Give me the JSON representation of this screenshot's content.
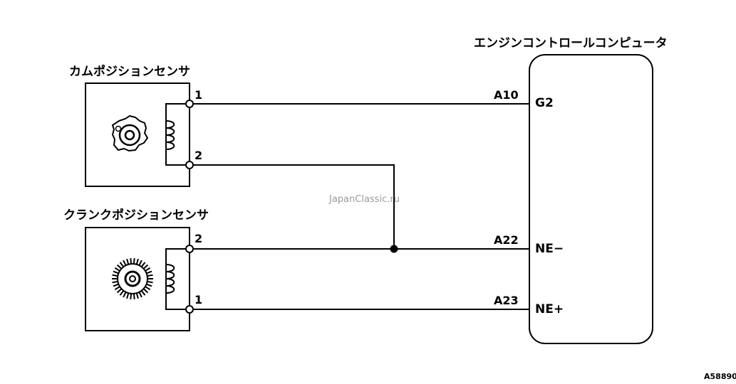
{
  "ecu": {
    "title": "エンジンコントロールコンピュータ",
    "pins": [
      {
        "code": "A10",
        "signal": "G2"
      },
      {
        "code": "A22",
        "signal": "NE−"
      },
      {
        "code": "A23",
        "signal": "NE+"
      }
    ]
  },
  "cam_sensor": {
    "title": "カムポジションセンサ",
    "terminals": [
      "1",
      "2"
    ]
  },
  "crank_sensor": {
    "title": "クランクポジションセンサ",
    "terminals": [
      "2",
      "1"
    ]
  },
  "watermark": "JapanClassic.ru",
  "figure_ref": "A58890"
}
